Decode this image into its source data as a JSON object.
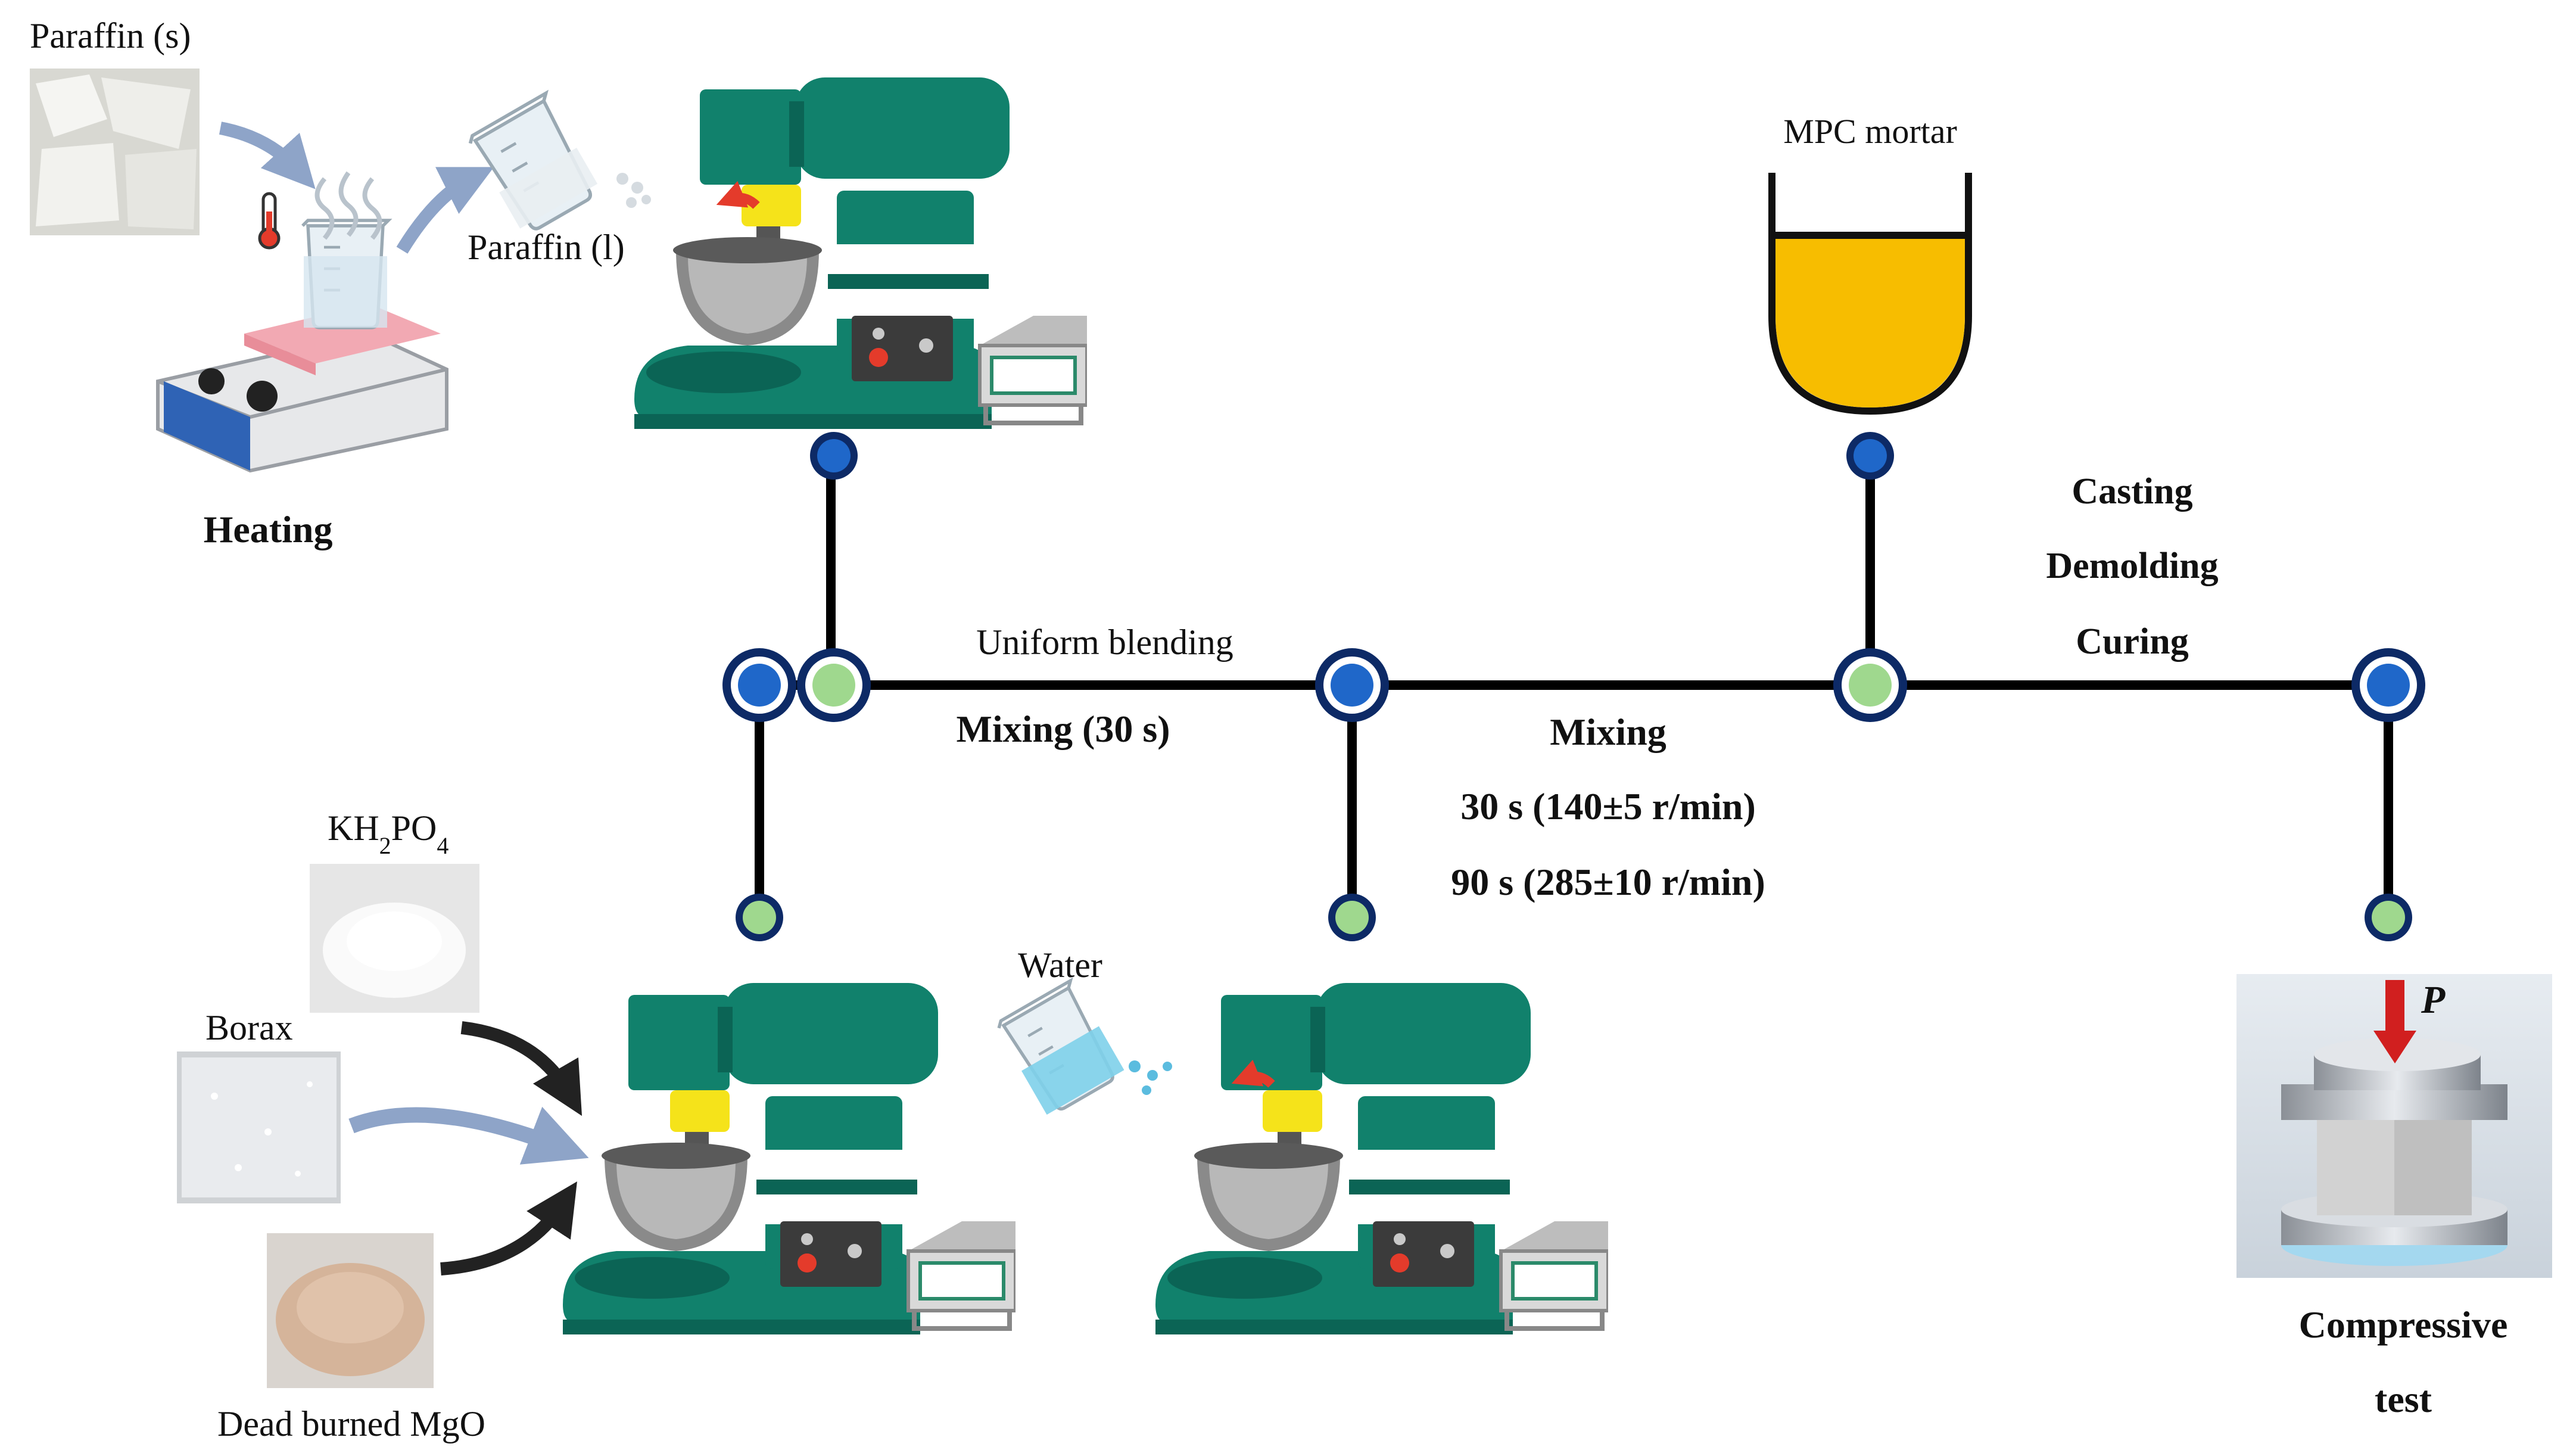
{
  "labels": {
    "paraffin_solid": "Paraffin (s)",
    "paraffin_liquid": "Paraffin (l)",
    "heating": "Heating",
    "mpc_mortar": "MPC mortar",
    "casting": "Casting",
    "demolding": "Demolding",
    "curing": "Curing",
    "uniform_blending": "Uniform blending",
    "mixing_30s": "Mixing (30 s)",
    "mixing": "Mixing",
    "mixing_speed_1": "30 s (140±5 r/min)",
    "mixing_speed_2": "90 s (285±10 r/min)",
    "kh2po4_main": "KH",
    "kh2po4_sub1": "2",
    "kh2po4_mid": "PO",
    "kh2po4_sub2": "4",
    "borax": "Borax",
    "dead_burned_mgo": "Dead burned MgO",
    "water": "Water",
    "compressive": "Compressive",
    "test": "test",
    "load_symbol": "P"
  },
  "colors": {
    "node_dark": "#0d2a66",
    "node_blue": "#1f67c9",
    "node_green": "#9fd88e",
    "mortar_yellow": "#f7bd00",
    "mixer_green": "#11816c",
    "mixer_dark_green": "#0b6455",
    "arrow_blue": "#8ea4c8",
    "arrow_red": "#e43b2b"
  },
  "icons": {
    "heating": "hot-plate-icon",
    "beaker": "beaker-icon",
    "mixer": "mortar-mixer-icon",
    "press": "compression-test-icon"
  }
}
